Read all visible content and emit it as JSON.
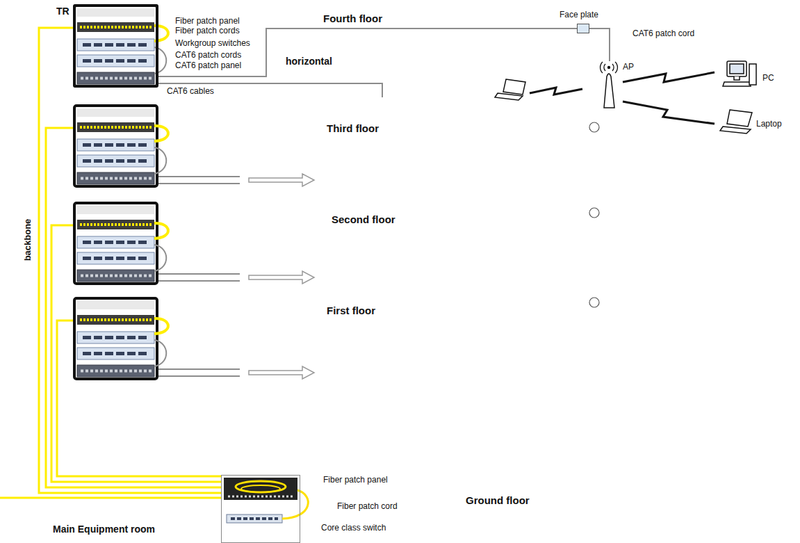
{
  "diagram": {
    "nodes": [
      {
        "text": [
          "TR"
        ]
      },
      {
        "text": [
          "Face plate"
        ]
      },
      {
        "text": [
          "Main Equipment room"
        ]
      }
    ],
    "edges": [
      {
        "from": 0,
        "to": 1,
        "arrow": "none"
      },
      {
        "from": 0,
        "to": 2,
        "arrow": "none"
      }
    ],
    "labels": [
      "Fiber patch panel",
      "Fiber patch cords",
      "Workgroup switches",
      "CAT6 patch cords",
      "CAT6 patch panel",
      "CAT6 cables",
      "Fourth floor",
      "horizontal",
      "CAT6 patch cord",
      "AP",
      "PC",
      "Laptop",
      "Third floor",
      "Second floor",
      "First floor",
      "backbone",
      "Fiber patch panel",
      "Fiber patch cord",
      "Core class switch",
      "Ground floor"
    ]
  }
}
